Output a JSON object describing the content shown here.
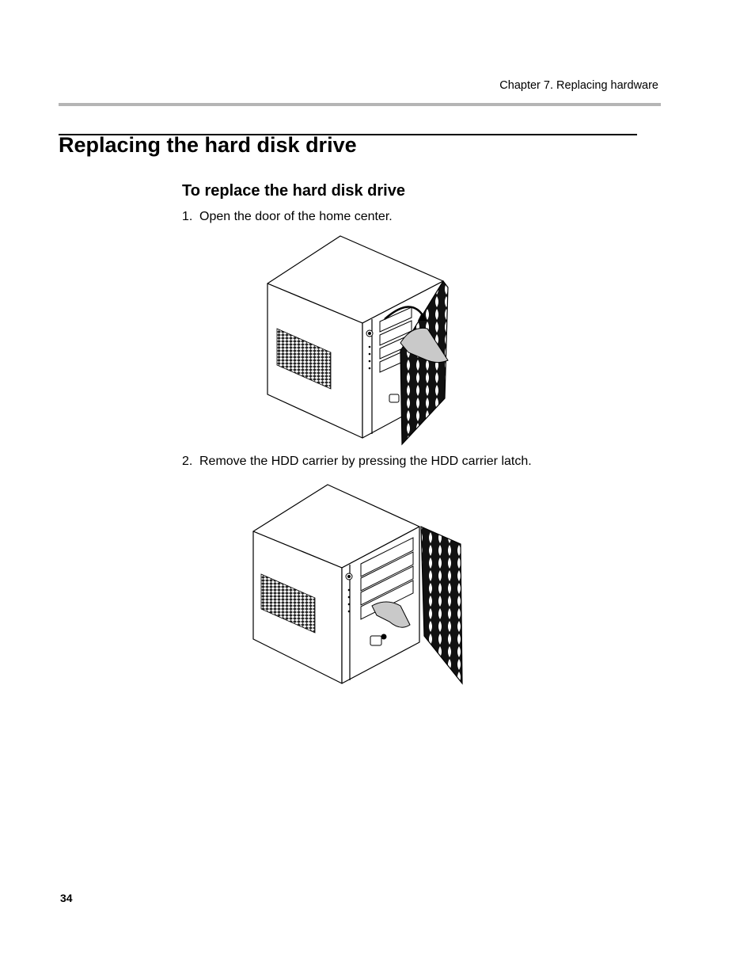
{
  "header": {
    "chapter": "Chapter 7. Replacing hardware"
  },
  "title": "Replacing the hard disk drive",
  "procedure": {
    "heading": "To replace the hard disk drive",
    "steps": [
      {
        "number": "1.",
        "text": "Open the door of the home center."
      },
      {
        "number": "2.",
        "text": "Remove the HDD carrier by pressing the HDD carrier latch."
      }
    ]
  },
  "figures": [
    {
      "icon": "home-center-door-opening-illustration"
    },
    {
      "icon": "hdd-carrier-latch-illustration"
    }
  ],
  "footer": {
    "page_number": "34"
  }
}
